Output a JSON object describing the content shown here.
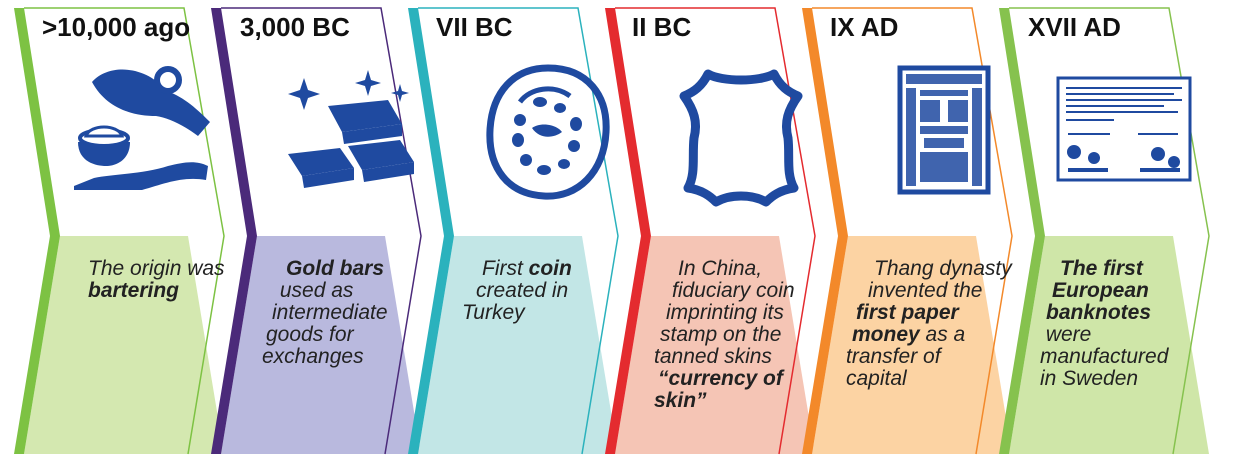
{
  "timeline": [
    {
      "era": ">10,000 ago",
      "color": "#7dc243",
      "fill": "#d4e8b0",
      "icon": "barter-hands-icon",
      "description": [
        {
          "text": "The origin was",
          "bold": false
        },
        {
          "text": "bartering",
          "bold": true
        }
      ]
    },
    {
      "era": "3,000 BC",
      "color": "#4b2a7a",
      "fill": "#b9b9de",
      "icon": "gold-bars-icon",
      "description": [
        {
          "text": "Gold bars",
          "bold": true
        },
        {
          "text": " used as",
          "bold": false
        },
        {
          "text": "intermediate",
          "bold": false
        },
        {
          "text": "goods for",
          "bold": false
        },
        {
          "text": "exchanges",
          "bold": false
        }
      ]
    },
    {
      "era": "VII BC",
      "color": "#2bb2bd",
      "fill": "#c2e6e6",
      "icon": "ancient-coin-icon",
      "description": [
        {
          "text": "First ",
          "bold": false,
          "join": "coin"
        },
        {
          "text": "created in",
          "bold": false
        },
        {
          "text": "Turkey",
          "bold": false
        }
      ]
    },
    {
      "era": "II BC",
      "color": "#e42b2f",
      "fill": "#f5c5b5",
      "icon": "leather-skin-icon",
      "description": [
        {
          "text": "In China,",
          "bold": false
        },
        {
          "text": "fiduciary coin",
          "bold": false
        },
        {
          "text": "imprinting its",
          "bold": false
        },
        {
          "text": "stamp on the",
          "bold": false
        },
        {
          "text": "tanned skins",
          "bold": false
        },
        {
          "text": "“currency of",
          "bold": true
        },
        {
          "text": "skin”",
          "bold": true
        }
      ]
    },
    {
      "era": "IX AD",
      "color": "#f3892a",
      "fill": "#fcd3a3",
      "icon": "paper-money-icon",
      "description": [
        {
          "text": "Thang dynasty",
          "bold": false
        },
        {
          "text": "invented the",
          "bold": false
        },
        {
          "text": "first paper",
          "bold": true
        },
        {
          "text": "money",
          "bold": true,
          "join": " as a"
        },
        {
          "text": "transfer of",
          "bold": false
        },
        {
          "text": "capital",
          "bold": false
        }
      ]
    },
    {
      "era": "XVII AD",
      "color": "#86c24e",
      "fill": "#cfe6a8",
      "icon": "banknote-document-icon",
      "description": [
        {
          "text": "The first",
          "bold": true
        },
        {
          "text": "European",
          "bold": true
        },
        {
          "text": "banknotes",
          "bold": true
        },
        {
          "text": " were",
          "bold": false
        },
        {
          "text": "manufactured",
          "bold": false
        },
        {
          "text": "in Sweden",
          "bold": false
        }
      ]
    }
  ],
  "icon_color": "#1f4aa0"
}
